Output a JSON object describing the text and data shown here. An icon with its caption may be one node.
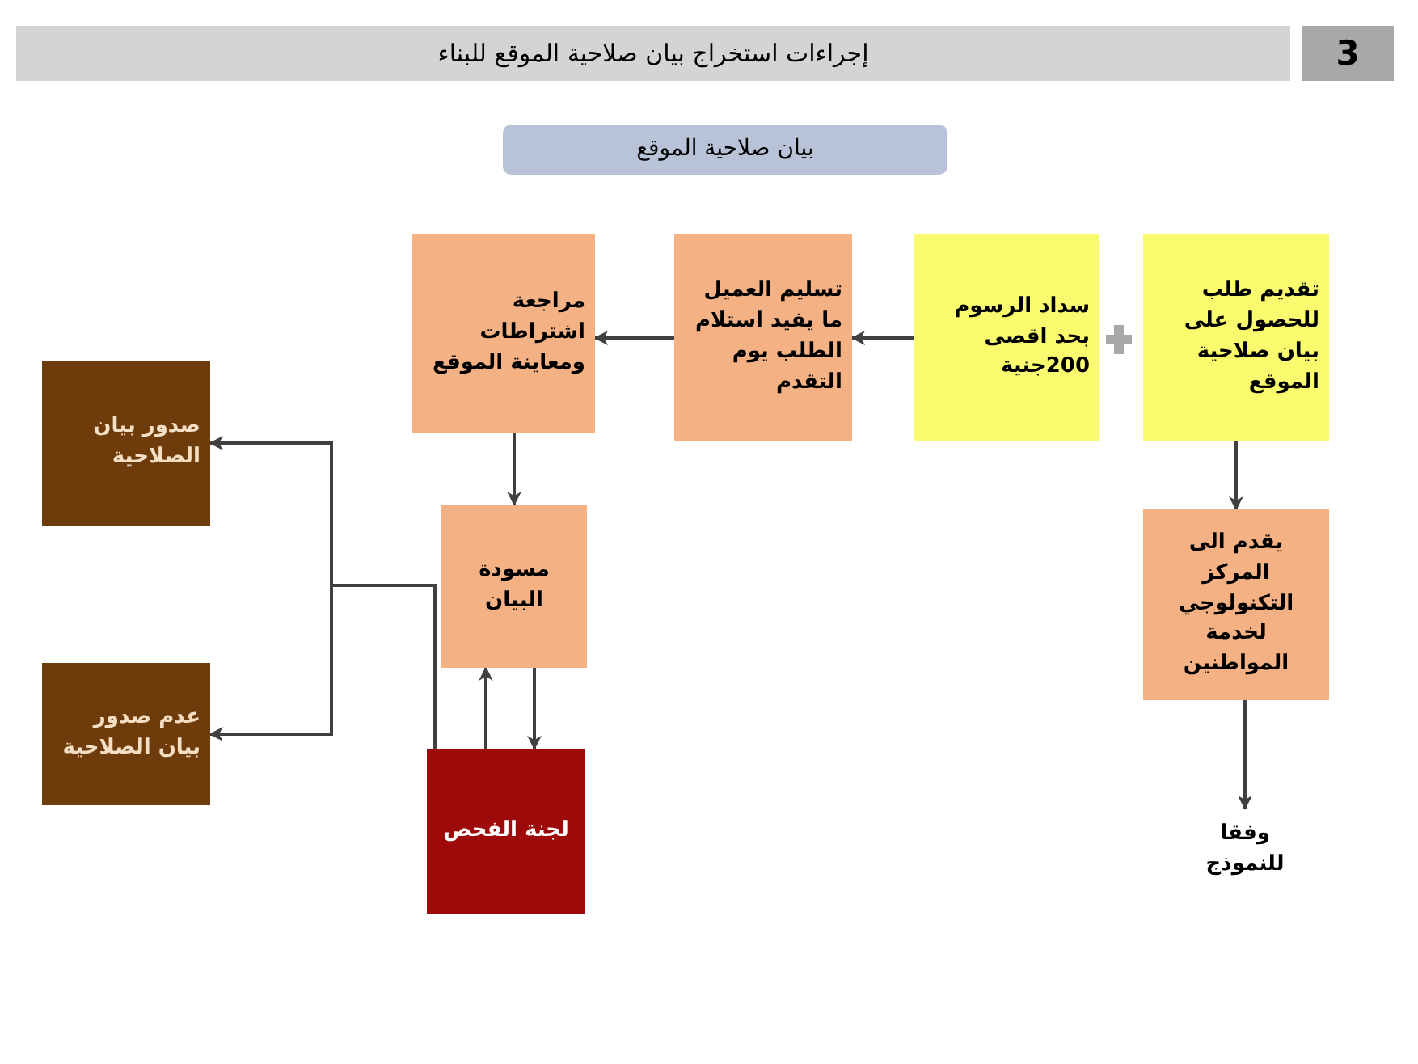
{
  "diagram": {
    "title": "إجراءات استخراج بيان صلاحية الموقع للبناء",
    "nodes": [
      {
        "text": [
          "بيان صلاحية الموقع"
        ]
      },
      {
        "text": [
          "تقديم طلب للحصول على بيان صلاحية الموقع"
        ]
      },
      {
        "text": [
          "سداد الرسوم بحد اقصى 200جنية"
        ]
      },
      {
        "text": [
          "تسليم العميل ما يفيد استلام الطلب يوم التقدم"
        ]
      },
      {
        "text": [
          "مراجعة اشتراطات ومعاينة الموقع"
        ]
      },
      {
        "text": [
          "مسودة البيان"
        ]
      },
      {
        "text": [
          "لجنة الفحص"
        ]
      },
      {
        "text": [
          "صدور بيان الصلاحية"
        ]
      },
      {
        "text": [
          "عدم صدور بيان الصلاحية"
        ]
      },
      {
        "text": [
          "يقدم الى المركز التكنولوجي لخدمة المواطنين"
        ]
      },
      {
        "text": [
          "وفقا للنموذج"
        ]
      }
    ],
    "edges": [
      {
        "from": 2,
        "to": 3,
        "arrow": "to"
      },
      {
        "from": 3,
        "to": 4,
        "arrow": "to"
      },
      {
        "from": 4,
        "to": 5,
        "arrow": "to"
      },
      {
        "from": 5,
        "to": 6,
        "arrow": "to"
      },
      {
        "from": 6,
        "to": 5,
        "arrow": "to"
      },
      {
        "from": 6,
        "to": 7,
        "arrow": "to"
      },
      {
        "from": 6,
        "to": 8,
        "arrow": "to"
      },
      {
        "from": 1,
        "to": 9,
        "arrow": "to"
      },
      {
        "from": 9,
        "to": 10,
        "arrow": "to"
      }
    ],
    "labels": [
      "3"
    ]
  }
}
